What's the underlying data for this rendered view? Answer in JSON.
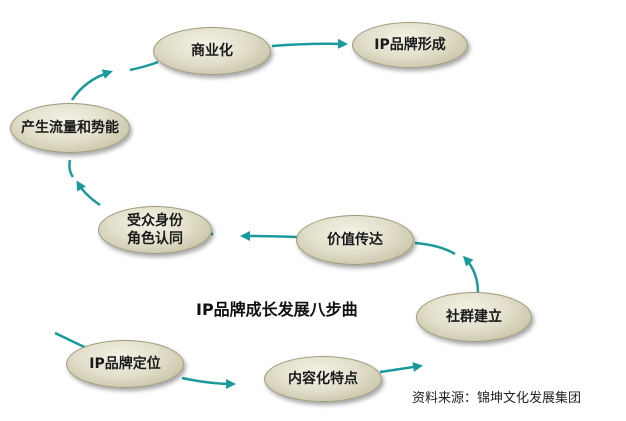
{
  "nodes": {
    "ip_brand_formed": "IP品牌形成",
    "commercialization": "商业化",
    "traffic_momentum": "产生流量和势能",
    "audience_identity_line1": "受众身份",
    "audience_identity_line2": "角色认同",
    "value_delivery": "价值传达",
    "community_building": "社群建立",
    "ip_brand_positioning": "IP品牌定位",
    "content_features": "内容化特点"
  },
  "title": "IP品牌成长发展八步曲",
  "source": "资料来源：锦坤文化发展集团",
  "colors": {
    "arrow": "#1b9a9b",
    "node_fill": "#dedbc6"
  }
}
